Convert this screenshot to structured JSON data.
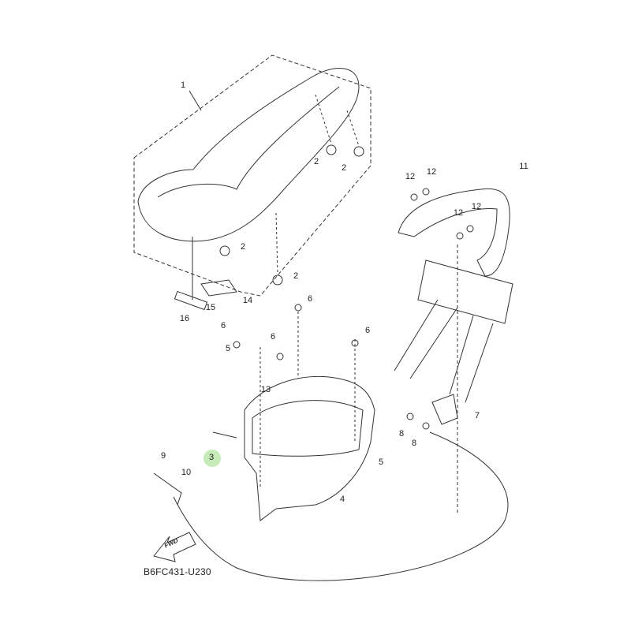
{
  "diagram": {
    "code": "B6FC431-U230",
    "fwd_label": "FWD",
    "highlight_color": "#b8e6a8",
    "callouts": [
      {
        "id": "1",
        "label": "1"
      },
      {
        "id": "2a",
        "label": "2"
      },
      {
        "id": "2b",
        "label": "2"
      },
      {
        "id": "2c",
        "label": "2"
      },
      {
        "id": "2d",
        "label": "2"
      },
      {
        "id": "3",
        "label": "3"
      },
      {
        "id": "4",
        "label": "4"
      },
      {
        "id": "5a",
        "label": "5"
      },
      {
        "id": "5b",
        "label": "5"
      },
      {
        "id": "6a",
        "label": "6"
      },
      {
        "id": "6b",
        "label": "6"
      },
      {
        "id": "6c",
        "label": "6"
      },
      {
        "id": "6d",
        "label": "6"
      },
      {
        "id": "7",
        "label": "7"
      },
      {
        "id": "8a",
        "label": "8"
      },
      {
        "id": "8b",
        "label": "8"
      },
      {
        "id": "9",
        "label": "9"
      },
      {
        "id": "10",
        "label": "10"
      },
      {
        "id": "11",
        "label": "11"
      },
      {
        "id": "12a",
        "label": "12"
      },
      {
        "id": "12b",
        "label": "12"
      },
      {
        "id": "12c",
        "label": "12"
      },
      {
        "id": "12d",
        "label": "12"
      },
      {
        "id": "13",
        "label": "13"
      },
      {
        "id": "14",
        "label": "14"
      },
      {
        "id": "15",
        "label": "15"
      },
      {
        "id": "16",
        "label": "16"
      }
    ]
  }
}
